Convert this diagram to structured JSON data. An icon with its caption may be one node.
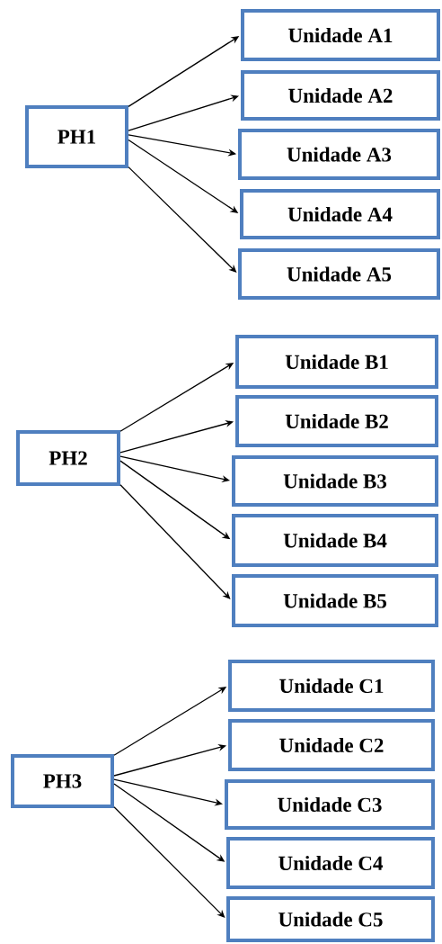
{
  "diagram": {
    "nodes": [
      {
        "text": [
          "PH1"
        ]
      },
      {
        "text": [
          "Unidade A1"
        ]
      },
      {
        "text": [
          "Unidade A2"
        ]
      },
      {
        "text": [
          "Unidade A3"
        ]
      },
      {
        "text": [
          "Unidade A4"
        ]
      },
      {
        "text": [
          "Unidade A5"
        ]
      },
      {
        "text": [
          "PH2"
        ]
      },
      {
        "text": [
          "Unidade B1"
        ]
      },
      {
        "text": [
          "Unidade B2"
        ]
      },
      {
        "text": [
          "Unidade B3"
        ]
      },
      {
        "text": [
          "Unidade B4"
        ]
      },
      {
        "text": [
          "Unidade B5"
        ]
      },
      {
        "text": [
          "PH3"
        ]
      },
      {
        "text": [
          "Unidade C1"
        ]
      },
      {
        "text": [
          "Unidade C2"
        ]
      },
      {
        "text": [
          "Unidade C3"
        ]
      },
      {
        "text": [
          "Unidade C4"
        ]
      },
      {
        "text": [
          "Unidade C5"
        ]
      }
    ],
    "edges": [
      {
        "from": 0,
        "to": 1,
        "arrow": "to"
      },
      {
        "from": 0,
        "to": 2,
        "arrow": "to"
      },
      {
        "from": 0,
        "to": 3,
        "arrow": "to"
      },
      {
        "from": 0,
        "to": 4,
        "arrow": "to"
      },
      {
        "from": 0,
        "to": 5,
        "arrow": "to"
      },
      {
        "from": 6,
        "to": 7,
        "arrow": "to"
      },
      {
        "from": 6,
        "to": 8,
        "arrow": "to"
      },
      {
        "from": 6,
        "to": 9,
        "arrow": "to"
      },
      {
        "from": 6,
        "to": 10,
        "arrow": "to"
      },
      {
        "from": 6,
        "to": 11,
        "arrow": "to"
      },
      {
        "from": 12,
        "to": 13,
        "arrow": "to"
      },
      {
        "from": 12,
        "to": 14,
        "arrow": "to"
      },
      {
        "from": 12,
        "to": 15,
        "arrow": "to"
      },
      {
        "from": 12,
        "to": 16,
        "arrow": "to"
      },
      {
        "from": 12,
        "to": 17,
        "arrow": "to"
      }
    ]
  }
}
